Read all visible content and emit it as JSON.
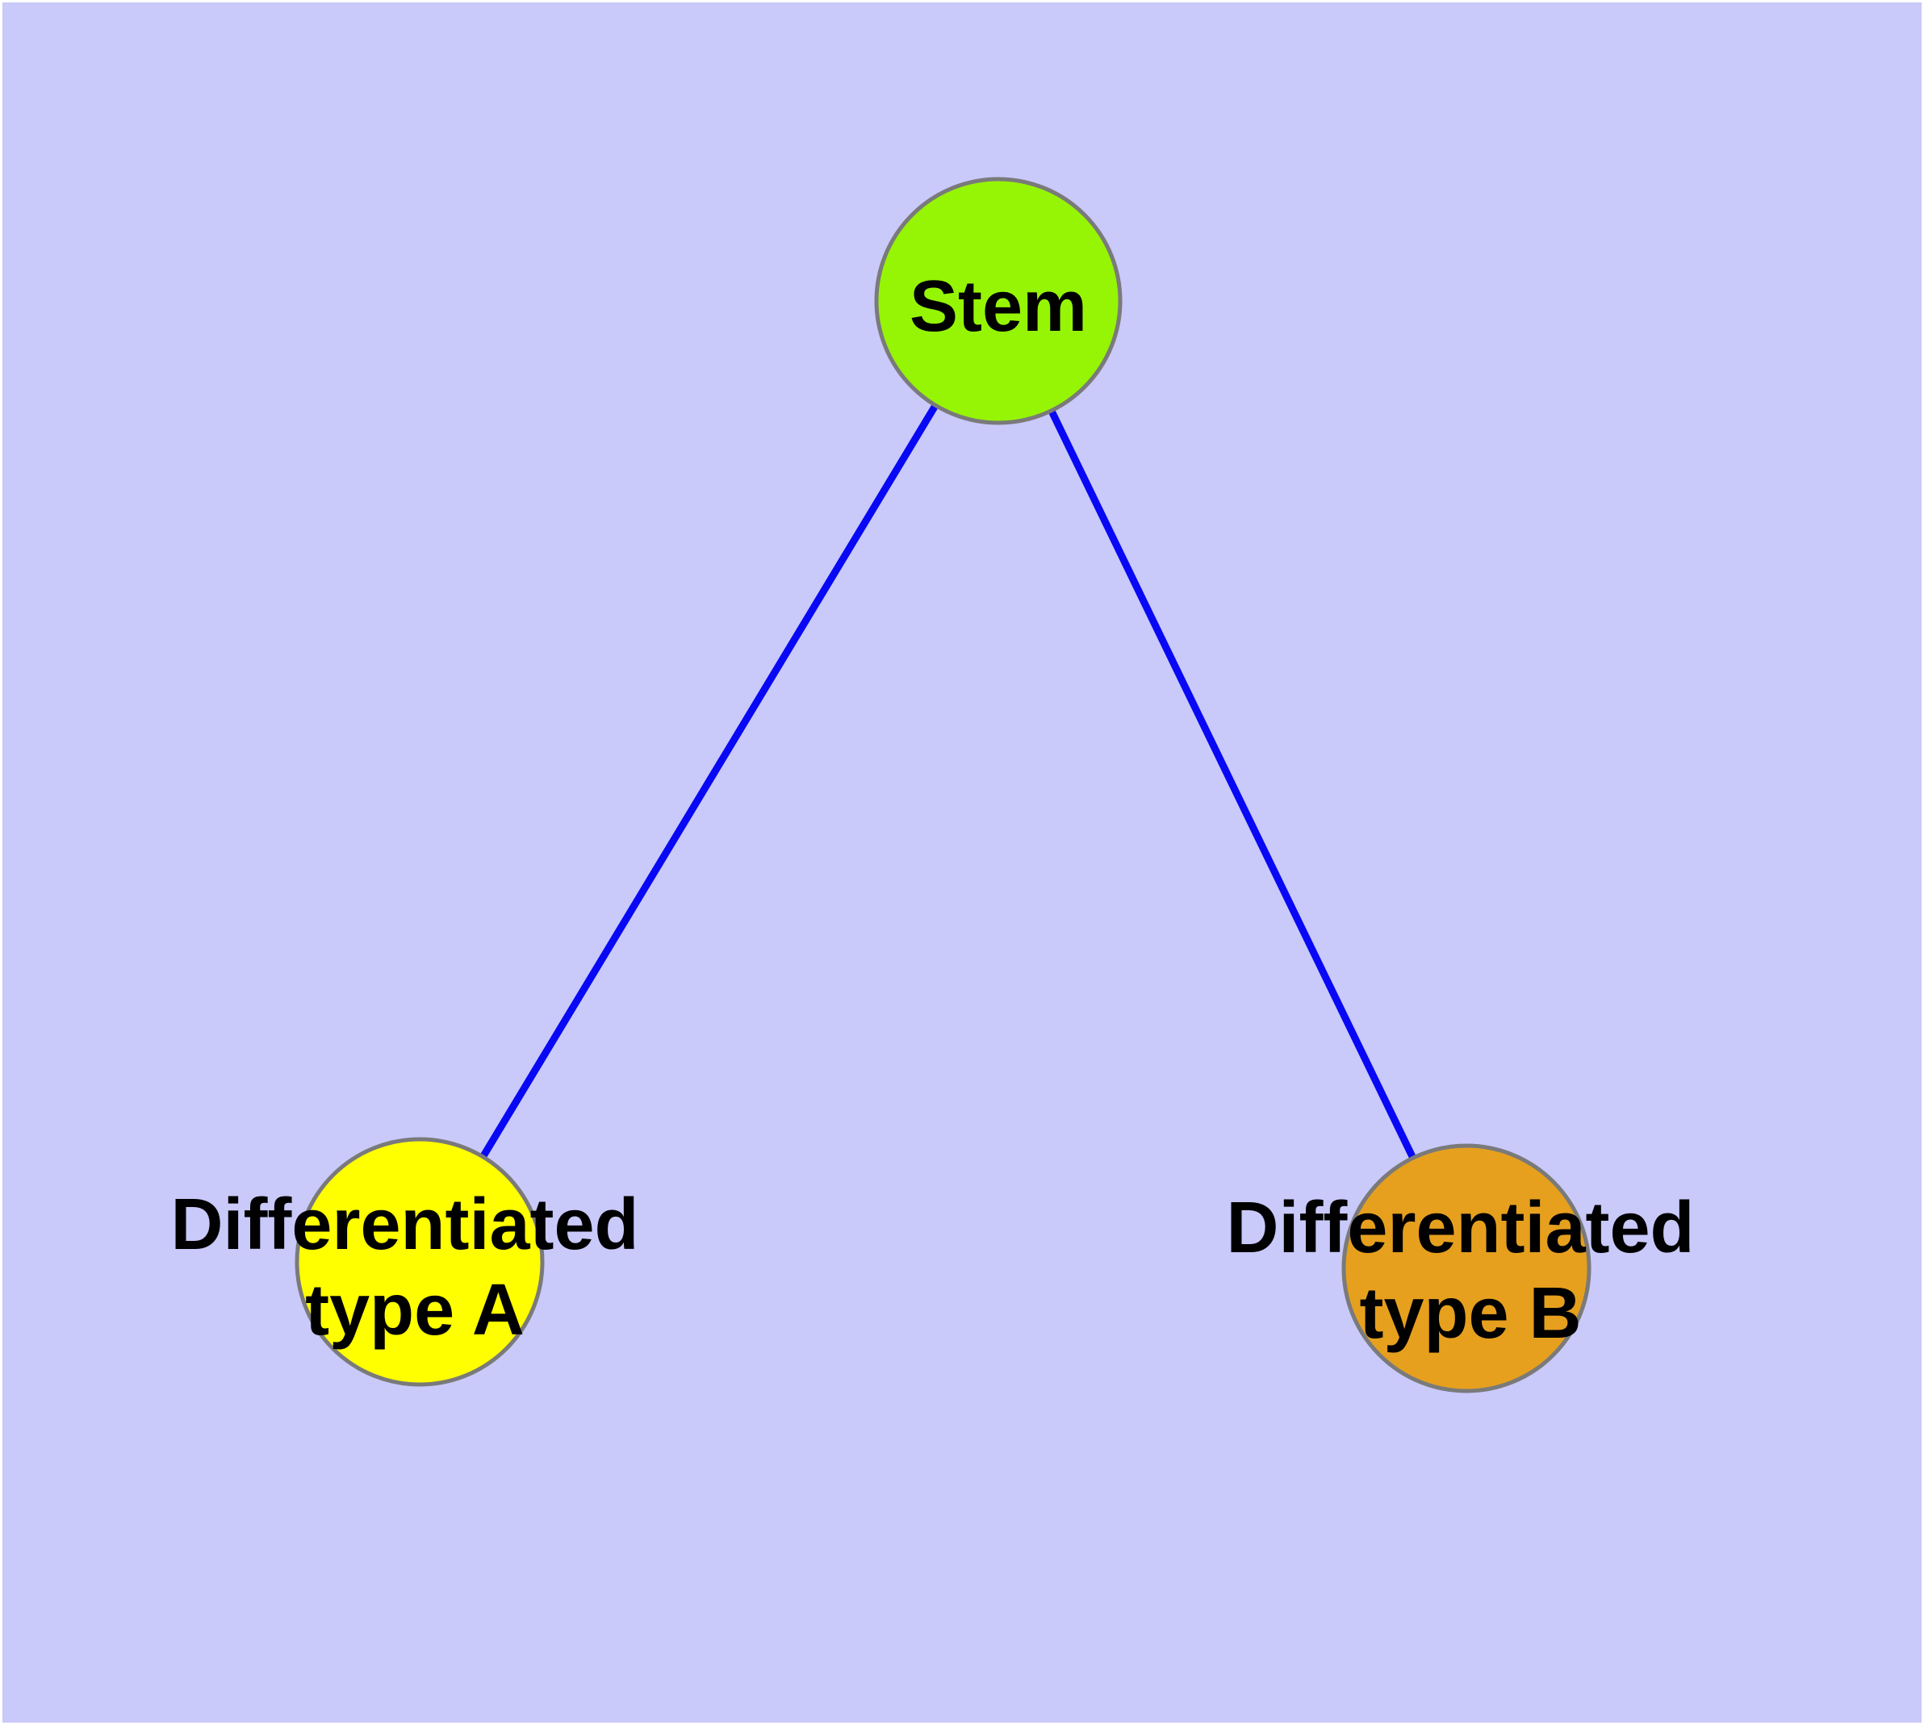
{
  "figure": {
    "type": "node-link-diagram",
    "background_color": "#c9c9fa",
    "frame_color": "#ffffff",
    "edge_color": "#0808f5",
    "node_border_color": "#7a7a7a",
    "label_color": "#000000"
  },
  "nodes": {
    "stem": {
      "label": "Stem",
      "fill": "#95f505"
    },
    "diff_a": {
      "label_line1": "Differentiated",
      "label_line2": "type A",
      "fill": "#ffff00"
    },
    "diff_b": {
      "label_line1": "Differentiated",
      "label_line2": "type B",
      "fill": "#e6a01e"
    }
  },
  "edges": [
    {
      "source": "Stem",
      "target": "Differentiated type A"
    },
    {
      "source": "Stem",
      "target": "Differentiated type B"
    }
  ]
}
